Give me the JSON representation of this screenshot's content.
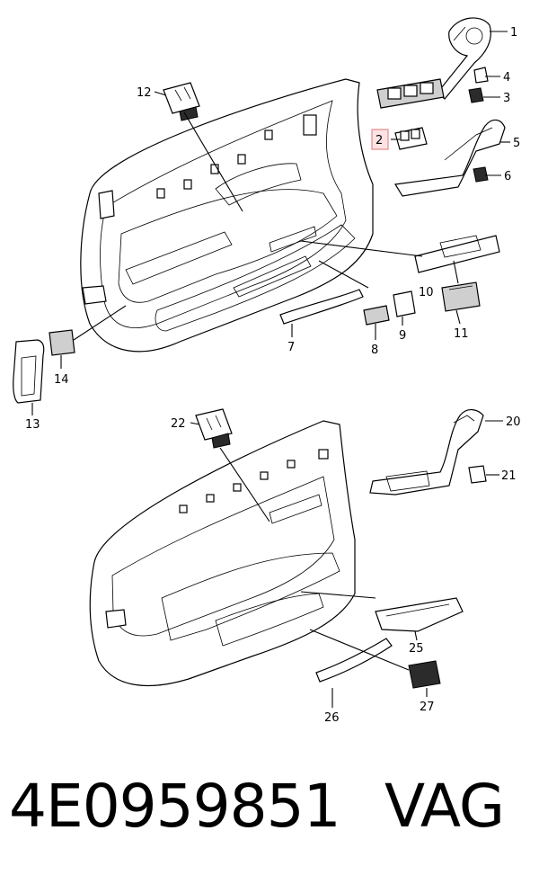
{
  "callouts": {
    "c1": "1",
    "c2": "2",
    "c3": "3",
    "c4": "4",
    "c5": "5",
    "c6": "6",
    "c7": "7",
    "c8": "8",
    "c9": "9",
    "c10": "10",
    "c11": "11",
    "c12": "12",
    "c13": "13",
    "c14": "14",
    "c20": "20",
    "c21": "21",
    "c22": "22",
    "c25": "25",
    "c26": "26",
    "c27": "27"
  },
  "highlight": {
    "color": "#fde3e3",
    "border": "#e38a8a"
  },
  "caption": {
    "part_number": "4E0959851",
    "brand": "VAG"
  }
}
